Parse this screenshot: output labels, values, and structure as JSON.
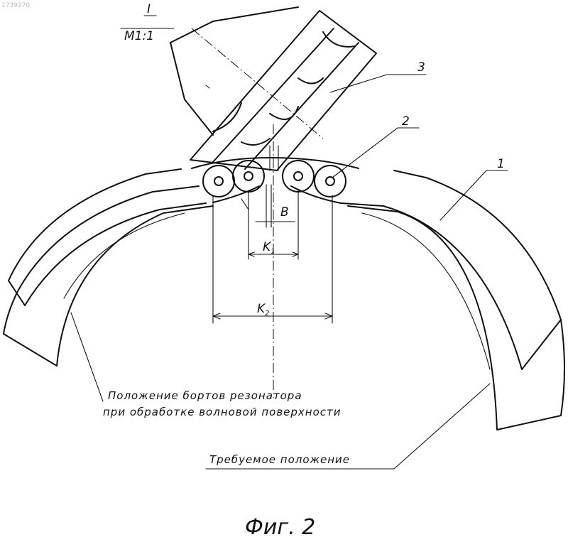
{
  "corner_mark": "1739270",
  "detail": {
    "numeral": "I",
    "scale": "M1:1"
  },
  "refs": {
    "part1": "1",
    "part2": "2",
    "part3": "3"
  },
  "dims": {
    "b": "B",
    "k1": "K",
    "k1_sub": "1",
    "k2": "K",
    "k2_sub": "2"
  },
  "notes": {
    "machining_line1": "Положение бортов резонатора",
    "machining_line2": "при обработке волновой поверхности",
    "required": "Требуемое положение"
  },
  "figure_label": "Фиг. 2"
}
